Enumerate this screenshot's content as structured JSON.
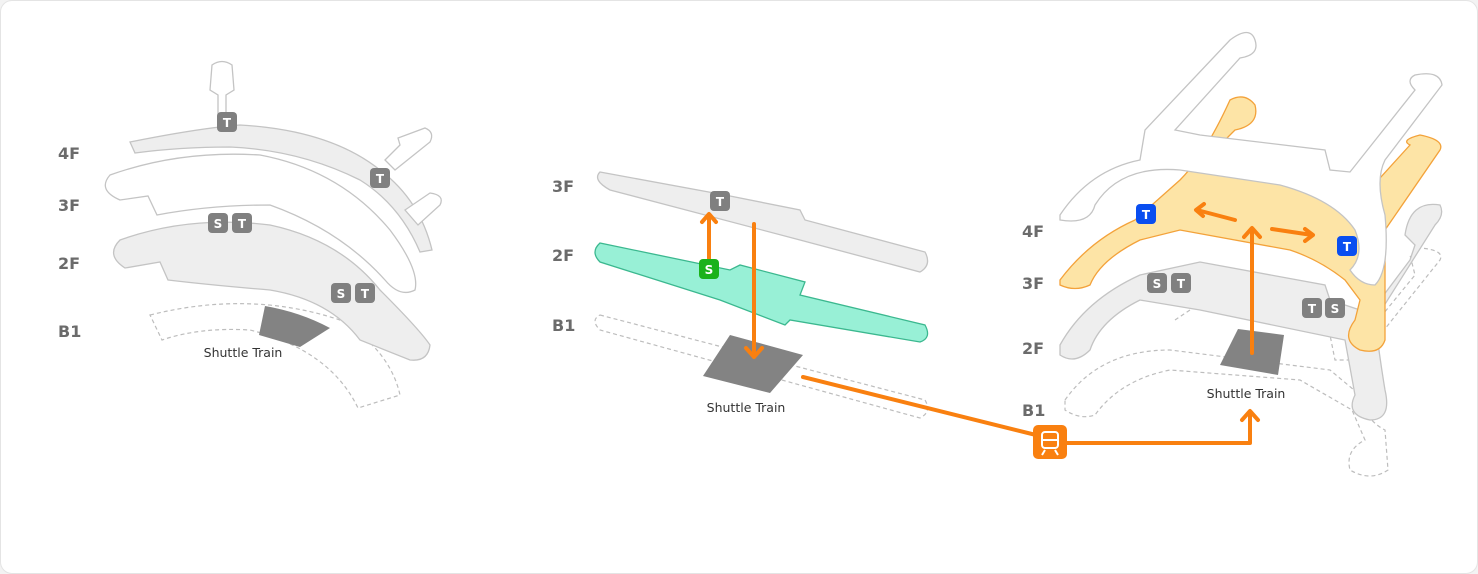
{
  "colors": {
    "route": "#f98010",
    "highlight_4f": "#fde4a6",
    "highlight_2f": "#98f0d6",
    "badge_gray": "#808080",
    "badge_blue": "#0a4ef0",
    "badge_green": "#1bb21b",
    "train": "#838383"
  },
  "left_map": {
    "floors": [
      "4F",
      "3F",
      "2F",
      "B1"
    ],
    "badges": [
      "T",
      "T",
      "S",
      "T",
      "S",
      "T"
    ],
    "caption": "Shuttle Train"
  },
  "middle_map": {
    "floors": [
      "3F",
      "2F",
      "B1"
    ],
    "badges": [
      "T",
      "S"
    ],
    "caption": "Shuttle Train"
  },
  "right_map": {
    "floors": [
      "4F",
      "3F",
      "2F",
      "B1"
    ],
    "badges": [
      "T",
      "T",
      "S",
      "T",
      "T",
      "S"
    ],
    "caption": "Shuttle Train"
  },
  "connector": {
    "icon": "train-icon"
  }
}
